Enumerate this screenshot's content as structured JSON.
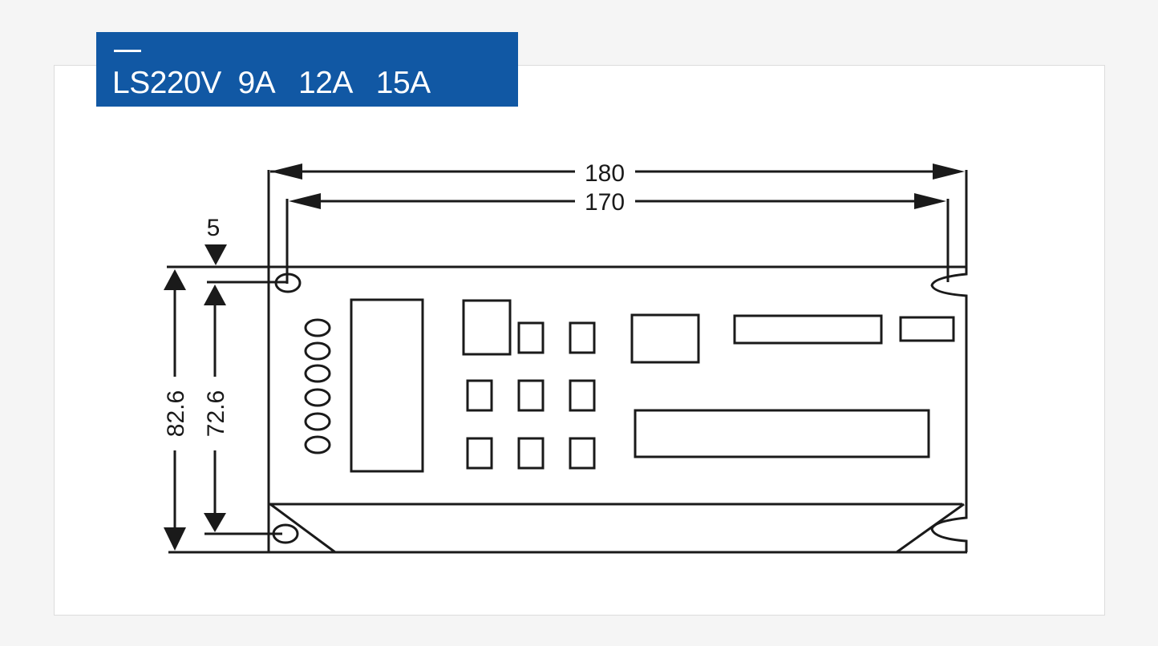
{
  "banner": {
    "dash": "—",
    "title": "LS220V  9A   12A   15A",
    "background_color": "#1158a4",
    "text_color": "#ffffff"
  },
  "drawing": {
    "subject": "LS220V driver outline dimension drawing",
    "line_color": "#1a1a1a",
    "dimensions": {
      "overall_width": "180",
      "hole_spacing_width": "170",
      "hole_offset": "5",
      "overall_height": "82.6",
      "hole_spacing_height": "72.6"
    },
    "features": {
      "indicator_leds": 6,
      "button_grid_rows": 3,
      "button_grid_cols": 3,
      "mounting_holes": 2,
      "mounting_slots": 2
    }
  }
}
